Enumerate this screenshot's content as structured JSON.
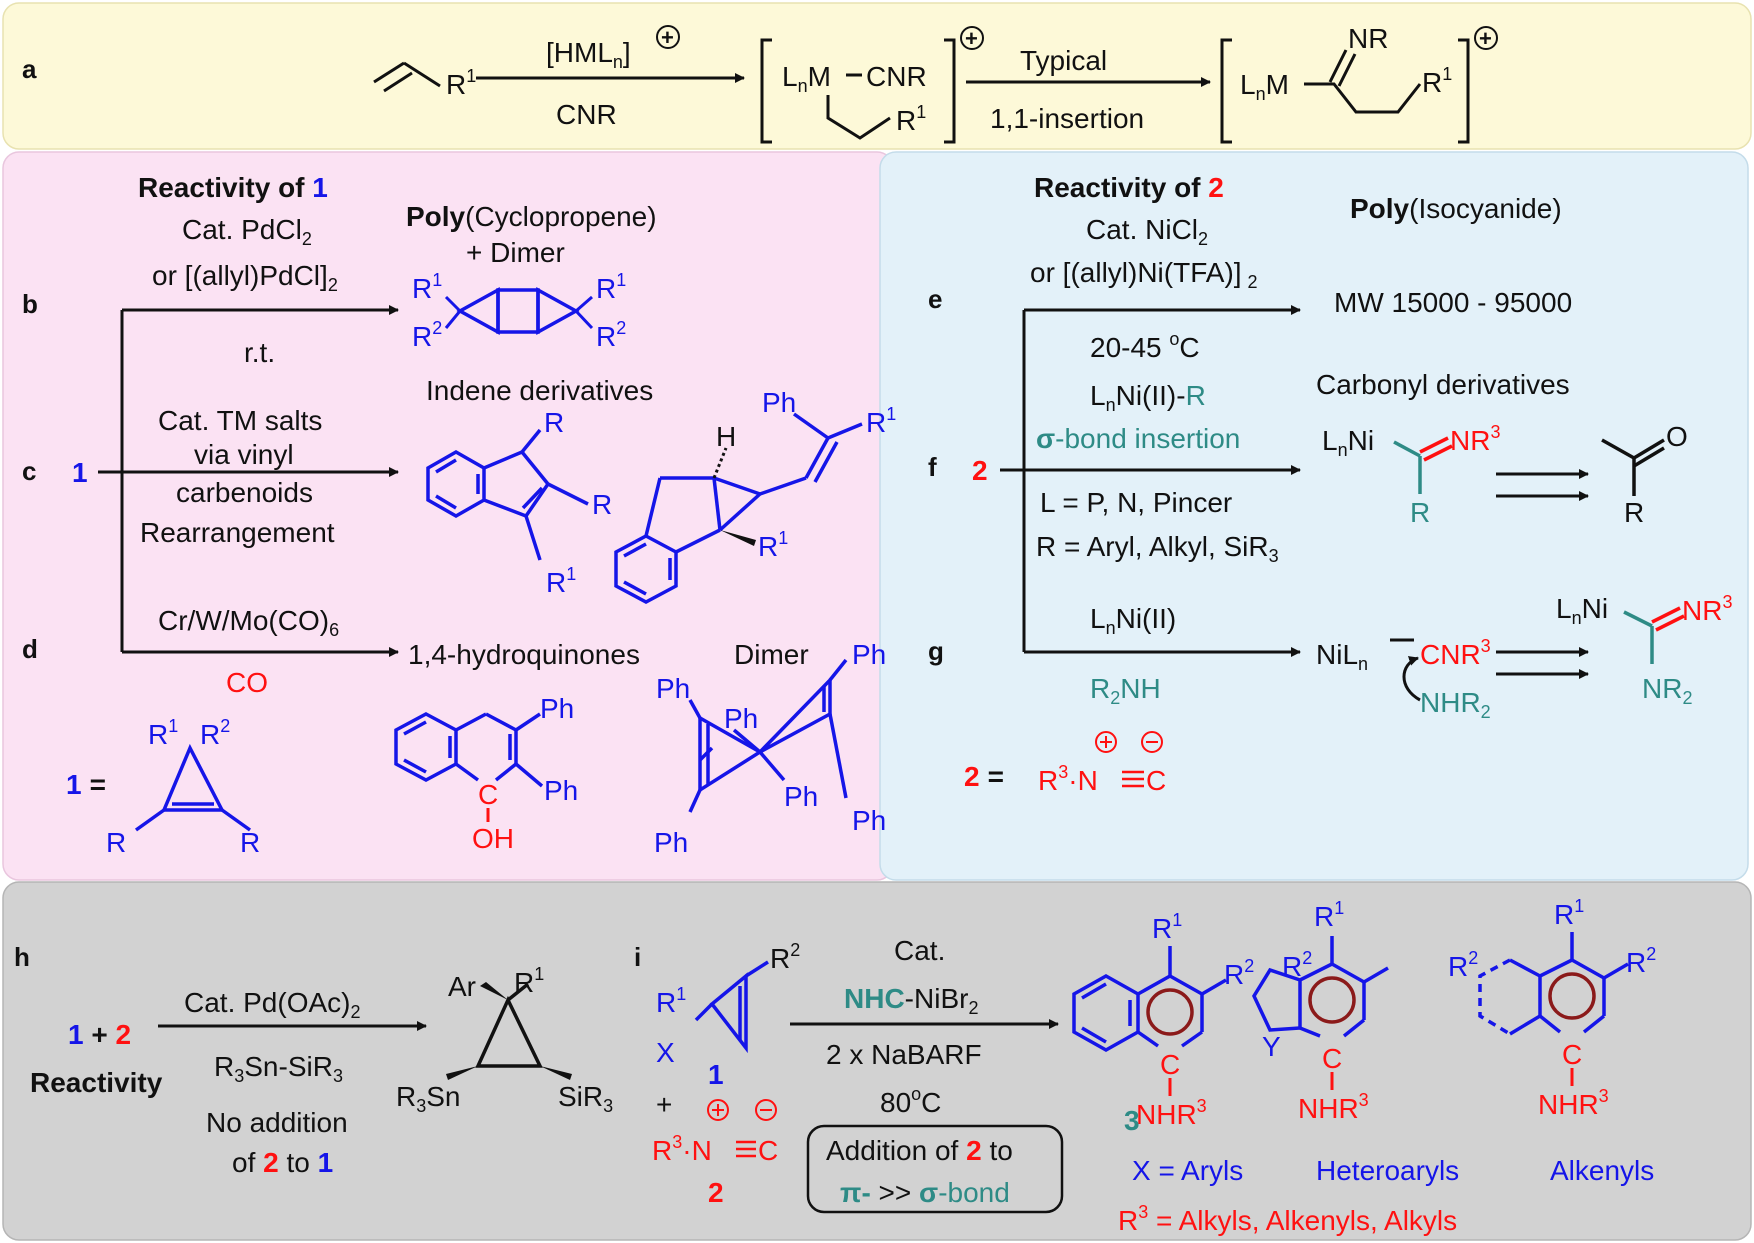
{
  "colors": {
    "panel_a": "#fdf9d8",
    "panel_left": "#fbe2f3",
    "panel_right": "#e3f1f9",
    "panel_bottom": "#d2d2d2",
    "blue": "#1515e8",
    "red": "#ff1111",
    "teal": "#2e8b86",
    "brown": "#8b1a1a",
    "black": "#111111"
  },
  "panel_a": {
    "letter": "a",
    "r1": "R",
    "r1_sup": "1",
    "hml": "[HML",
    "hml_sub": "n",
    "hml_close": "]",
    "cnr": "CNR",
    "interm_a": "L",
    "interm_a_sub": "n",
    "interm_b": "M",
    "interm_c": "CNR",
    "interm_r": "R",
    "interm_r_sup": "1",
    "typical": "Typical",
    "insertion": "1,1-insertion",
    "prod_a": "L",
    "prod_a_sub": "n",
    "prod_b": "M",
    "prod_nr": "NR",
    "prod_r": "R",
    "prod_r_sup": "1",
    "charge": "+"
  },
  "left": {
    "title_a": "Reactivity of ",
    "title_num": "1",
    "b_letter": "b",
    "b_line1_a": "Cat. PdCl",
    "b_line1_sub": "2",
    "b_line2_a": "or [(allyl)PdCl]",
    "b_line2_sub": "2",
    "b_rt": "r.t.",
    "poly_bold": "Poly",
    "poly_rest": "(Cyclopropene)",
    "plus_dimer": "+ Dimer",
    "r1": "R",
    "r1_sup": "1",
    "r2": "R",
    "r2_sup": "2",
    "indene": "Indene derivatives",
    "c_letter": "c",
    "c_num": "1",
    "c_line1": "Cat. TM salts",
    "c_line2": "via vinyl",
    "c_line3": "carbenoids",
    "c_line4": "Rearrangement",
    "R": "R",
    "H": "H",
    "Ph": "Ph",
    "d_letter": "d",
    "d_line1_a": "Cr/W/Mo(CO)",
    "d_line1_sub": "6",
    "d_co": "CO",
    "hydroquinones": "1,4-hydroquinones",
    "dimer": "Dimer",
    "def_num": "1",
    "def_eq": "=",
    "C": "C",
    "OH": "OH"
  },
  "right": {
    "title_a": "Reactivity of ",
    "title_num": "2",
    "poly_bold": "Poly",
    "poly_rest": "(Isocyanide)",
    "e_letter": "e",
    "e_line1_a": "Cat. NiCl",
    "e_line1_sub": "2",
    "e_line2_a": "or [(allyl)Ni(TFA)]",
    "e_line2_sub": "2",
    "mw": "MW 15000  - 95000",
    "e_temp_a": "20-45 ",
    "e_temp_sup": "o",
    "e_temp_b": "C",
    "carbonyl": "Carbonyl derivatives",
    "f_letter": "f",
    "f_num": "2",
    "lnni_a": "L",
    "lnni_sub": "n",
    "lnni_b": "Ni(II)-",
    "lnni_r": "R",
    "sigma": "σ",
    "bond_insertion": "-bond insertion",
    "l_eq": "L = P,  N, Pincer",
    "r_eq_a": "R = Aryl, Alkyl, SiR",
    "r_eq_sub": "3",
    "f_prod_a": "L",
    "f_prod_sub": "n",
    "f_prod_b": "Ni",
    "nr": "NR",
    "nr_sup": "3",
    "R": "R",
    "O": "O",
    "g_letter": "g",
    "g_cond_a": "L",
    "g_cond_sub": "n",
    "g_cond_b": "Ni(II)",
    "g_amine_a": "R",
    "g_amine_sub": "2",
    "g_amine_b": "NH",
    "nil_a": "NiL",
    "nil_sub": "n",
    "cnr": "CNR",
    "cnr_sup": "3",
    "nhr": "NHR",
    "nhr_sub": "2",
    "nr2": "NR",
    "nr2_sub": "2",
    "def_num": "2",
    "def_eq": "=",
    "def_r": "R",
    "def_r_sup": "3",
    "def_nc": "·N",
    "def_c": "C"
  },
  "bottom": {
    "h_letter": "h",
    "h_one": "1",
    "h_plus": " + ",
    "h_two": "2",
    "h_reactivity": "Reactivity",
    "h_cat_a": "Cat. Pd(OAc)",
    "h_cat_sub": "2",
    "h_reag_a": "R",
    "h_reag_sub": "3",
    "h_reag_b": "Sn-SiR",
    "h_reag_sub2": "3",
    "h_no_add": "No addition",
    "h_of": "of ",
    "h_of_two": "2",
    "h_to": " to ",
    "h_to_one": "1",
    "ar": "Ar",
    "r1": "R",
    "r1_sup": "1",
    "r3sn_a": "R",
    "r3sn_sub": "3",
    "r3sn_b": "Sn",
    "sir3_a": "SiR",
    "sir3_sub": "3",
    "i_letter": "i",
    "r2": "R",
    "r2_sup": "2",
    "x": "X",
    "i_one": "1",
    "plus": "+",
    "i_two": "2",
    "i_r3": "R",
    "i_r3_sup": "3",
    "i_nc": "·N",
    "i_c": "C",
    "i_cat": "Cat.",
    "nhc": "NHC",
    "nibr_a": "-NiBr",
    "nibr_sub": "2",
    "nabarf": "2 x NaBARF",
    "temp_a": "80",
    "temp_sup": "o",
    "temp_b": "C",
    "box_line1_a": "Addition of ",
    "box_two": "2",
    "box_line1_b": " to",
    "pi": "π-",
    "box_gg": " >> ",
    "sigma": "σ",
    "box_bond": "-bond",
    "three": "3",
    "c_atom": "C",
    "nhr3_a": "NHR",
    "nhr3_sup": "3",
    "y": "Y",
    "x_aryls": "X = Aryls",
    "heteroaryls": "Heteroaryls",
    "alkenyls": "Alkenyls",
    "r3_line_a": "R",
    "r3_line_sup": "3",
    "r3_line_b": " = Alkyls, Alkenyls, Alkyls"
  }
}
